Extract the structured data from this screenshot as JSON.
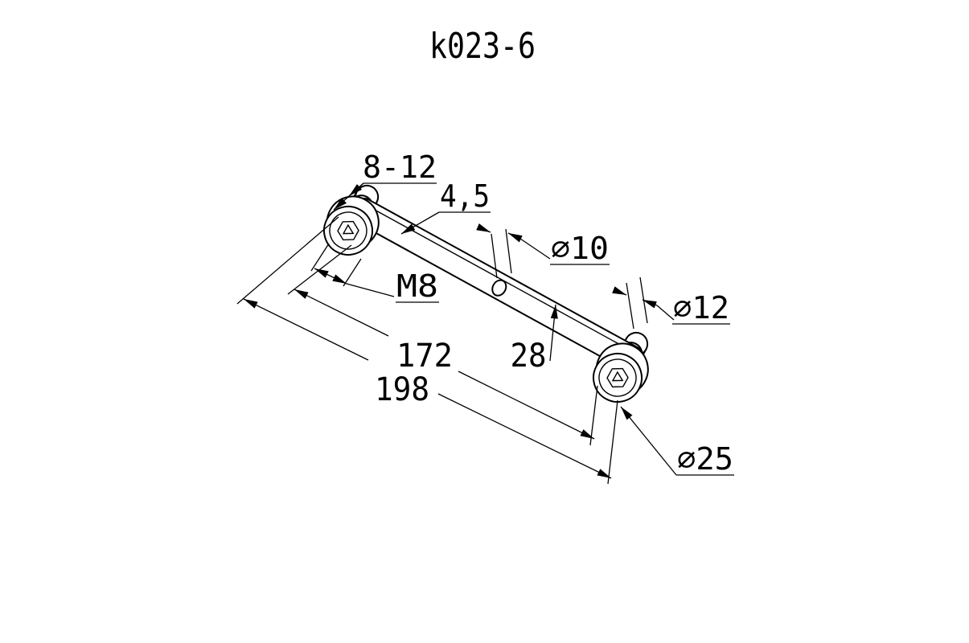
{
  "part": {
    "number": "k023-6"
  },
  "dims": {
    "clamp_range": "8-12",
    "thickness": "4,5",
    "slot_dia": "⌀10",
    "thread": "M8",
    "boss_dia": "⌀12",
    "center_distance": "172",
    "slot_offset": "28",
    "overall_length": "198",
    "disc_dia": "⌀25"
  },
  "colors": {
    "line": "#000000",
    "background": "#ffffff"
  }
}
